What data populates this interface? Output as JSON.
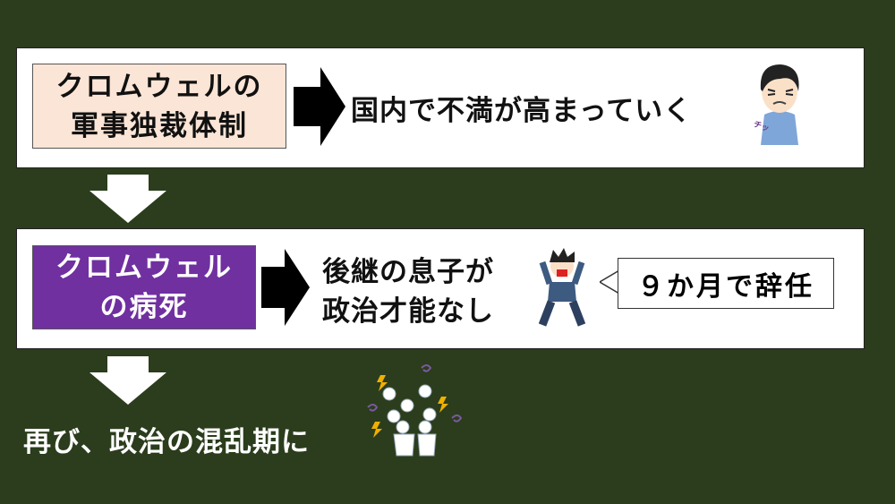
{
  "step1": {
    "cause_lines": [
      "クロムウェルの",
      "軍事独裁体制"
    ],
    "cause_color": "#fbe5d6",
    "result": "国内で不満が高まっていく",
    "illustration_text": "チッ"
  },
  "step2": {
    "cause_lines": [
      "クロムウェル",
      "の病死"
    ],
    "cause_color": "#7030a0",
    "result_lines": [
      "後継の息子が",
      "政治才能なし"
    ],
    "callout": "９か月で辞任"
  },
  "conclusion": "再び、政治の混乱期に",
  "colors": {
    "background": "#2b3d1c",
    "arrow": "#000000",
    "down_arrow": "#ffffff"
  }
}
